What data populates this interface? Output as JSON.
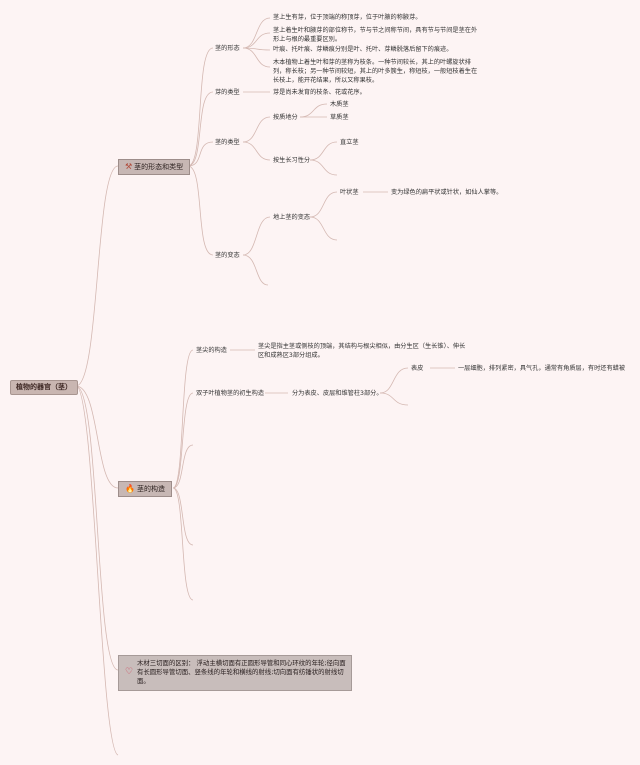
{
  "root": {
    "label": "植物的器官（茎）"
  },
  "branches": {
    "form": {
      "label": "茎的形态和类型",
      "icon": "tools-icon",
      "shape": {
        "label": "茎的形态",
        "items": [
          "茎上生有芽，位于顶端的称顶芽，位于叶腋的称腋芽。",
          "茎上着生叶和腋芽的部位称节，节与节之间称节间，具有节与节间是茎在外形上与根的最重要区别。",
          "叶痕、托叶痕、芽鳞痕分别是叶、托叶、芽鳞脱落后留下的痕迹。",
          "木本植物上着生叶和芽的茎称为枝条。一种节间较长，其上的叶螺旋状排列，称长枝；另一种节间较短，其上的叶多簇生，称短枝，一般短枝着生在长枝上，能开花结果，所以又称果枝。"
        ]
      },
      "bud": {
        "label": "芽的类型",
        "text": "芽是尚未发育的枝条、花或花序。"
      },
      "types": {
        "label": "茎的类型",
        "texture": {
          "label": "按质地分",
          "items": [
            "木质茎",
            "草质茎"
          ]
        },
        "growth": {
          "label": "按生长习性分",
          "items": [
            "直立茎"
          ]
        }
      },
      "modification": {
        "label": "茎的变态",
        "aerial": {
          "label": "地上茎的变态",
          "leafy": {
            "label": "叶状茎",
            "text": "变为绿色的扁平状或针状，如仙人掌等。"
          }
        }
      }
    },
    "structure": {
      "label": "茎的构造",
      "icon": "fire-icon",
      "apex": {
        "label": "茎尖的构造",
        "text": "茎尖是指主茎或侧枝的顶端，其结构与根尖相似，由分生区（生长锥）、伸长区和成熟区3部分组成。"
      },
      "dicot": {
        "label": "双子叶植物茎的初生构造",
        "text": "分为表皮、皮层和维管柱3部分。",
        "epidermis": {
          "label": "表皮",
          "text": "一层细胞，排列紧密，具气孔，通常有角质层，有时还有蜡被"
        }
      }
    },
    "note": {
      "icon": "heart-icon",
      "text": "木材三切面的区别：  浮动主横切面有正圆形导管和同心环纹的年轮;径向面有长圆形导管切面、竖条线的年轮和横线的射线;切向面有纺锤状的射线切面。"
    }
  }
}
